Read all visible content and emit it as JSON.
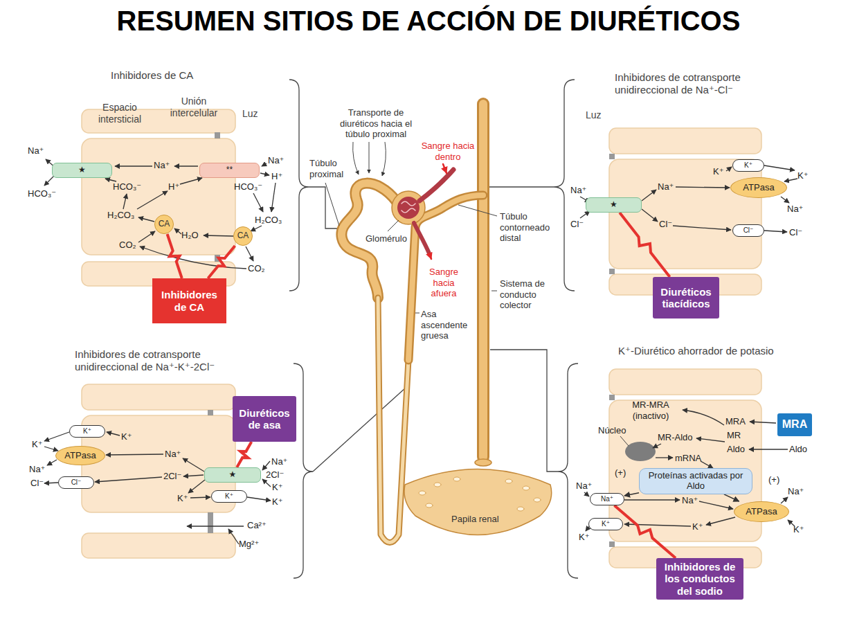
{
  "diagram": {
    "title": "RESUMEN SITIOS DE ACCIÓN DE DIURÉTICOS",
    "nodes": [
      {
        "text": [
          "★"
        ]
      },
      {
        "text": [
          "**"
        ]
      },
      {
        "text": [
          "CA"
        ]
      },
      {
        "text": [
          "CA"
        ]
      },
      {
        "text": [
          "Inhibidores de CA"
        ]
      },
      {
        "text": [
          "★"
        ]
      },
      {
        "text": [
          "K⁺"
        ]
      },
      {
        "text": [
          "ATPasa"
        ]
      },
      {
        "text": [
          "Cl⁻"
        ]
      },
      {
        "text": [
          "Diuréticos tiacídicos"
        ]
      },
      {
        "text": [
          "Diuréticos de asa"
        ]
      },
      {
        "text": [
          "K⁺"
        ]
      },
      {
        "text": [
          "ATPasa"
        ]
      },
      {
        "text": [
          "★"
        ]
      },
      {
        "text": [
          "Cl⁻"
        ]
      },
      {
        "text": [
          "K⁺"
        ]
      },
      {
        "text": [
          "MRA"
        ]
      },
      {
        "text": [
          "Proteínas activadas por Aldo"
        ]
      },
      {
        "text": [
          "Na⁺"
        ]
      },
      {
        "text": [
          "ATPasa"
        ]
      },
      {
        "text": [
          "K⁺"
        ]
      },
      {
        "text": [
          "Inhibidores de los conductos del sodio"
        ]
      }
    ],
    "edges": [
      {
        "from": 4,
        "to": 2,
        "arrow": "none"
      },
      {
        "from": 4,
        "to": 3,
        "arrow": "none"
      },
      {
        "from": 9,
        "to": 5,
        "arrow": "none"
      },
      {
        "from": 10,
        "to": 13,
        "arrow": "none"
      },
      {
        "from": 21,
        "to": 18,
        "arrow": "none"
      },
      {
        "from": 17,
        "to": 19,
        "arrow": "to"
      },
      {
        "from": 17,
        "to": 18,
        "arrow": "to"
      }
    ],
    "labels": [
      "Inhibidores de CA",
      "Espacio intersticial",
      "Unión intercelular",
      "Luz",
      "Na⁺",
      "HCO₃⁻",
      "Na⁺",
      "HCO₃⁻",
      "H⁺",
      "H₂CO₃",
      "H₂O",
      "CO₂",
      "Na⁺",
      "H⁺",
      "HCO₃⁻",
      "H₂CO₃",
      "CO₂",
      "Transporte de diuréticos hacia el túbulo proximal",
      "Túbulo proximal",
      "Sangre hacia dentro",
      "Glomérulo",
      "Túbulo contorneado distal",
      "Sangre hacia afuera",
      "Sistema de conducto colector",
      "Asa ascendente gruesa",
      "Papila renal",
      "Inhibidores de cotransporte unidireccional de Na⁺-Cl⁻",
      "Luz",
      "K⁺",
      "K⁺",
      "Na⁺",
      "Na⁺",
      "Na⁺",
      "Cl⁻",
      "Cl⁻",
      "Cl⁻",
      "Inhibidores de cotransporte unidireccional de Na⁺-K⁺-2Cl⁻",
      "K⁺",
      "K⁺",
      "Na⁺",
      "Cl⁻",
      "Na⁺",
      "2Cl⁻",
      "K⁺",
      "Na⁺",
      "2Cl⁻",
      "K⁺",
      "K⁺",
      "Ca²⁺",
      "Mg²⁺",
      "K⁺-Diurético ahorrador de potasio",
      "MR-MRA (inactivo)",
      "Núcleo",
      "MR-Aldo",
      "MRA",
      "MR",
      "Aldo",
      "Aldo",
      "mRNA",
      "(+)",
      "(+)",
      "Na⁺",
      "Na⁺",
      "Na⁺",
      "K⁺",
      "K⁺",
      "K⁺"
    ]
  }
}
